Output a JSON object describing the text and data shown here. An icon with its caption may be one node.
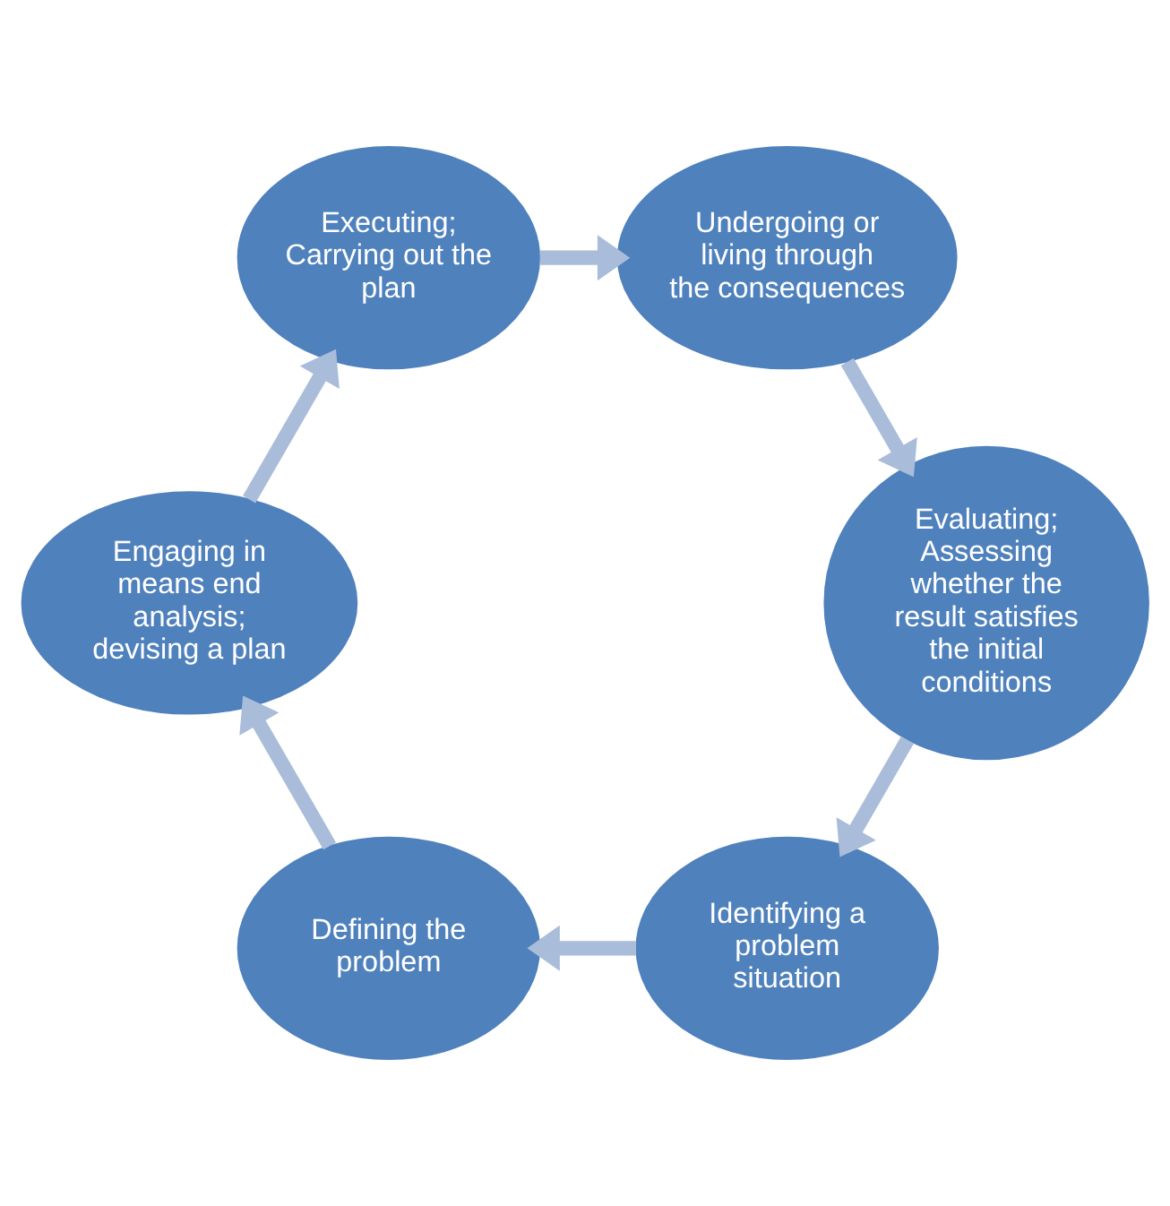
{
  "diagram": {
    "nodes": [
      {
        "text": [
          "Identifying a problem situation"
        ]
      },
      {
        "text": [
          "Defining the problem"
        ]
      },
      {
        "text": [
          "Engaging in means end analysis; devising a plan"
        ]
      },
      {
        "text": [
          "Executing; Carrying out the plan"
        ]
      },
      {
        "text": [
          "Undergoing or living through the consequences"
        ]
      },
      {
        "text": [
          "Evaluating; Assessing whether the result satisfies the initial conditions"
        ]
      }
    ],
    "edges": [
      {
        "from": 0,
        "to": 1,
        "arrow": "to"
      },
      {
        "from": 1,
        "to": 2,
        "arrow": "to"
      },
      {
        "from": 2,
        "to": 3,
        "arrow": "to"
      },
      {
        "from": 3,
        "to": 4,
        "arrow": "to"
      },
      {
        "from": 4,
        "to": 5,
        "arrow": "to"
      },
      {
        "from": 5,
        "to": 0,
        "arrow": "to"
      }
    ]
  }
}
